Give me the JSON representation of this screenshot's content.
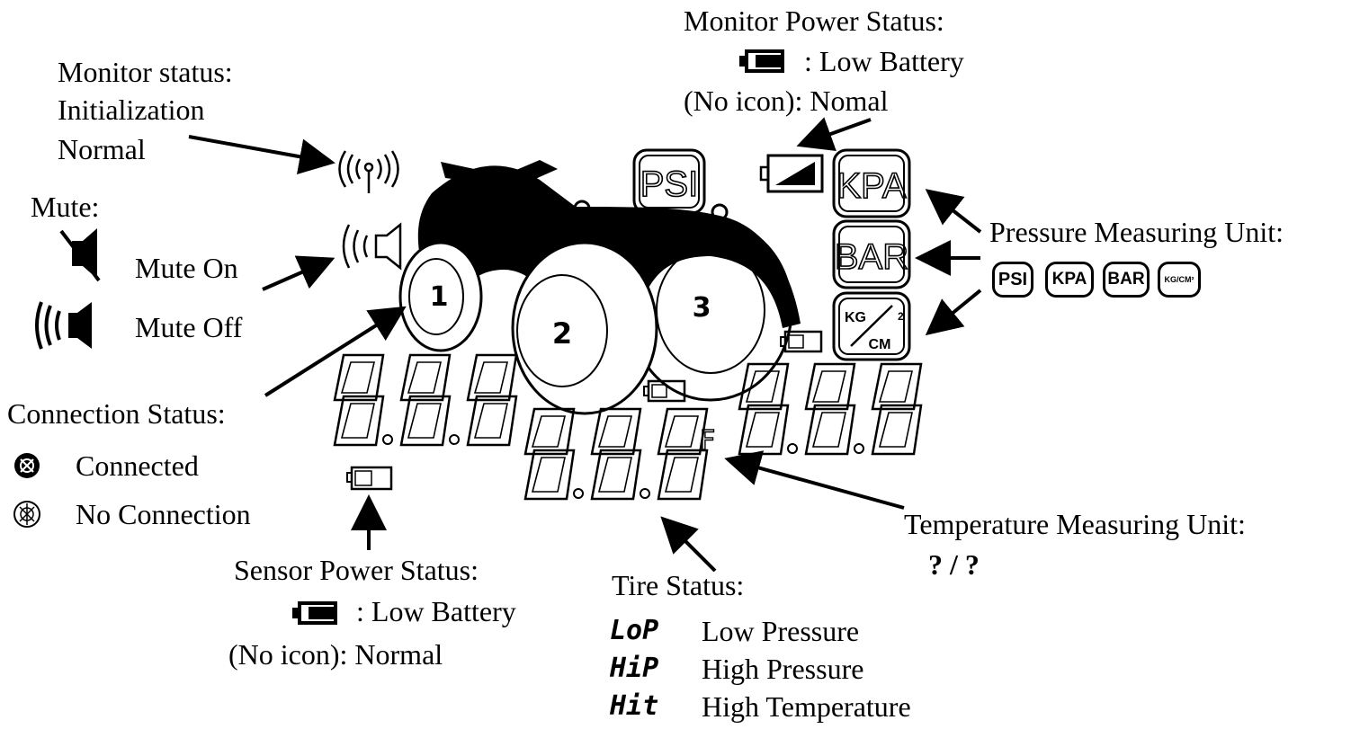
{
  "monitor_status": {
    "title": "Monitor status:",
    "line1": "Initialization",
    "line2": "Normal",
    "icon": "antenna-signal-icon"
  },
  "mute": {
    "title": "Mute:",
    "on_label": "Mute On",
    "off_label": "Mute Off",
    "on_icon": "speaker-muted-icon",
    "off_icon": "speaker-sound-icon"
  },
  "connection": {
    "title": "Connection Status:",
    "connected_label": "Connected",
    "no_connection_label": "No Connection"
  },
  "sensor_power": {
    "title": "Sensor Power Status:",
    "low_label": ": Low Battery",
    "normal_label": "(No icon): Normal"
  },
  "monitor_power": {
    "title": "Monitor Power Status:",
    "low_label": ": Low Battery",
    "normal_label": "(No icon): Nomal"
  },
  "pressure_unit": {
    "title": "Pressure Measuring Unit:",
    "units": [
      "PSI",
      "KPA",
      "BAR",
      "KG/CM²"
    ]
  },
  "display_units": {
    "psi": "PSI",
    "kpa": "KPA",
    "bar": "BAR",
    "kg": "KG",
    "cm": "CM",
    "sup": "2"
  },
  "temperature_unit": {
    "title": "Temperature Measuring Unit:",
    "values": "?  / ?"
  },
  "tire_status": {
    "title": "Tire Status:",
    "items": [
      {
        "code": "LoP",
        "label": "Low Pressure"
      },
      {
        "code": "HiP",
        "label": "High Pressure"
      },
      {
        "code": "Hit",
        "label": "High Temperature"
      }
    ]
  },
  "tires": [
    "1",
    "2",
    "3"
  ],
  "digits": {
    "left": "8.8.8",
    "center": "8.8.8",
    "right": "8.8.8"
  }
}
